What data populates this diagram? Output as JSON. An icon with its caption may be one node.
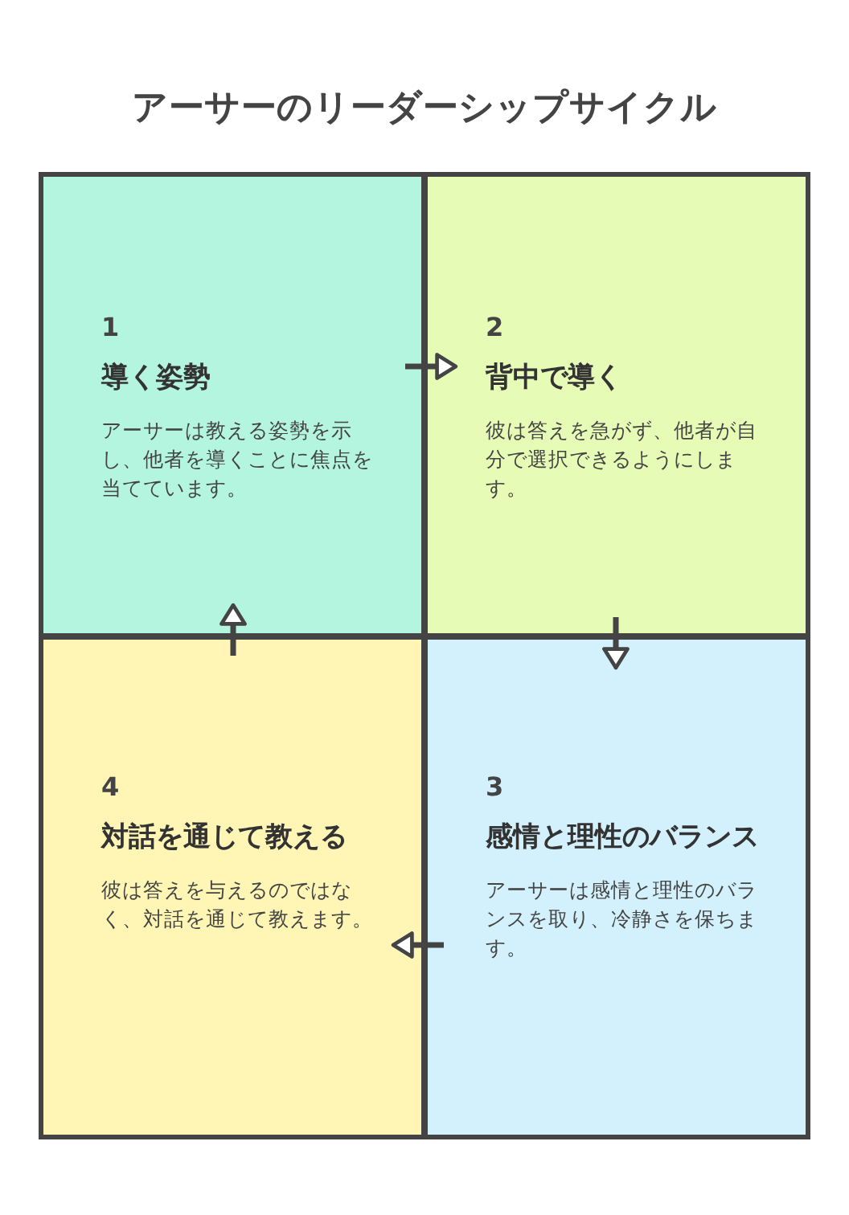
{
  "diagram": {
    "title": "アーサーのリーダーシップサイクル",
    "nodes": [
      {
        "text": [
          "1",
          "導く姿勢",
          "アーサーは教える姿勢を示し、他者を導くことに焦点を当てています。"
        ]
      },
      {
        "text": [
          "2",
          "背中で導く",
          "彼は答えを急がず、他者が自分で選択できるようにします。"
        ]
      },
      {
        "text": [
          "3",
          "感情と理性のバランス",
          "アーサーは感情と理性のバランスを取り、冷静さを保ちます。"
        ]
      },
      {
        "text": [
          "4",
          "対話を通じて教える",
          "彼は答えを与えるのではなく、対話を通じて教えます。"
        ]
      }
    ],
    "edges": [
      {
        "from": 0,
        "to": 1,
        "arrow": "to"
      },
      {
        "from": 1,
        "to": 2,
        "arrow": "to"
      },
      {
        "from": 2,
        "to": 3,
        "arrow": "to"
      },
      {
        "from": 3,
        "to": 0,
        "arrow": "to"
      }
    ]
  }
}
